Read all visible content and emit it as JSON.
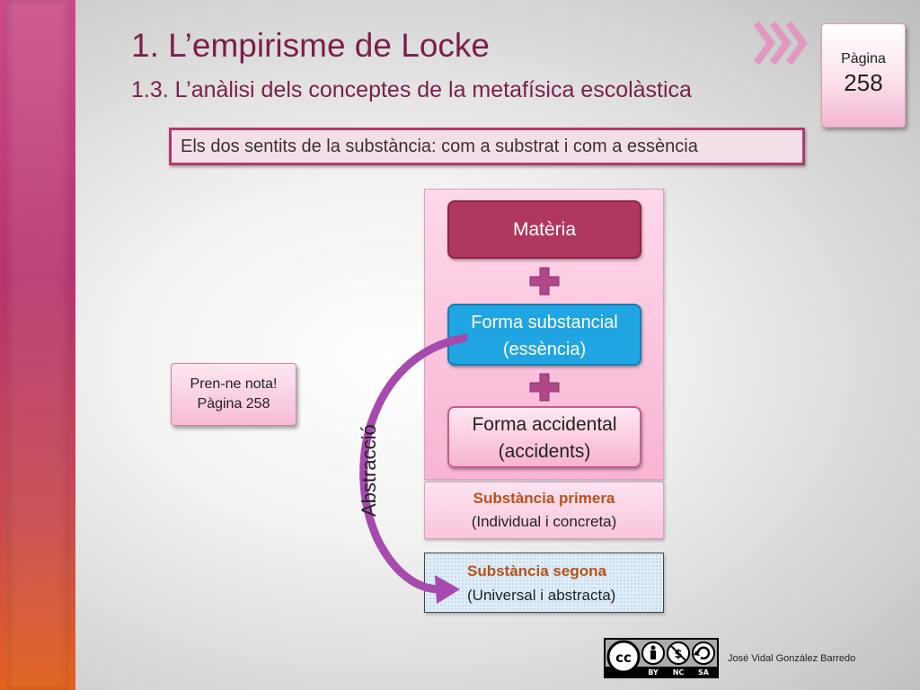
{
  "slide": {
    "title": "1. L’empirisme de Locke",
    "subtitle": "1.3. L’anàlisi dels conceptes de la metafísica escolàstica",
    "page_tab": {
      "label": "Pàgina",
      "number": "258"
    },
    "heading": "Els dos sentits de la substància: com a substrat i com a essència",
    "note": {
      "line1": "Pren-ne nota!",
      "line2": "Pàgina 258"
    },
    "author": "José Vidal González Barredo"
  },
  "diagram": {
    "materia": "Matèria",
    "forma_substancial": {
      "line1": "Forma substancial",
      "line2": "(essència)"
    },
    "forma_accidental": {
      "line1": "Forma accidental",
      "line2": "(accidents)"
    },
    "substancia_primera": {
      "title": "Substància primera",
      "desc": "(Individual i concreta)"
    },
    "substancia_segona": {
      "title": "Substància segona",
      "desc": "(Universal i abstracta)"
    },
    "arrow_label": "Abstracció"
  },
  "license": {
    "badge": "cc",
    "terms": [
      "BY",
      "NC",
      "SA"
    ]
  },
  "colors": {
    "accent": "#b33a6b",
    "materia": "#b0385f",
    "forma_substancial": "#21a5e2",
    "plus": "#b0488a",
    "arrow": "#a64aae",
    "label_orange": "#b8511a"
  }
}
